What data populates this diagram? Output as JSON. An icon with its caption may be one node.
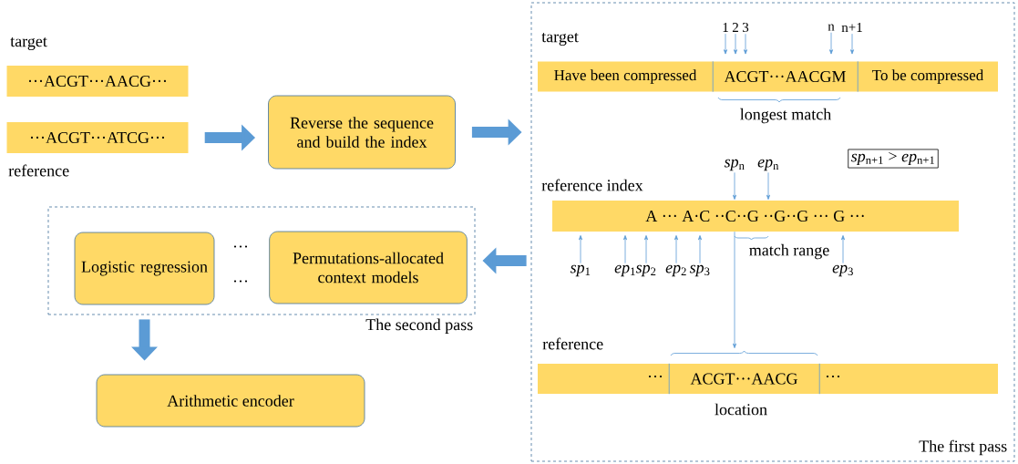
{
  "diagram": {
    "nodes": [
      {
        "text": [
          "···ACGT···AACG···"
        ]
      },
      {
        "text": [
          "···ACGT···ATCG···"
        ]
      },
      {
        "text": [
          "Reverse the sequence and build the index"
        ]
      },
      {
        "text": [
          "The first pass"
        ]
      },
      {
        "text": [
          "1"
        ],
        "in": 3
      },
      {
        "text": [
          "2"
        ],
        "in": 3
      },
      {
        "text": [
          "3"
        ],
        "in": 3
      },
      {
        "text": [
          "n"
        ],
        "in": 3
      },
      {
        "text": [
          "n+1"
        ],
        "in": 3
      },
      {
        "text": [
          "Have been compressed"
        ],
        "in": 3
      },
      {
        "text": [
          "ACGT···AACGM"
        ],
        "in": 3
      },
      {
        "text": [
          "To be compressed"
        ],
        "in": 3
      },
      {
        "text": [
          "*sp*$_{n+1}$ > *ep*$_{n+1}$"
        ],
        "in": 3
      },
      {
        "text": [
          "*sp*$_{n}$"
        ],
        "in": 3
      },
      {
        "text": [
          "*ep*$_{n}$"
        ],
        "in": 3
      },
      {
        "text": [
          "A ··· A·C ··C··G ··G··G ··· G ···"
        ],
        "in": 3
      },
      {
        "text": [
          "*sp*$_{1}$"
        ],
        "in": 3
      },
      {
        "text": [
          "*ep*$_{1}$"
        ],
        "in": 3
      },
      {
        "text": [
          "*sp*$_{2}$"
        ],
        "in": 3
      },
      {
        "text": [
          "*ep*$_{2}$"
        ],
        "in": 3
      },
      {
        "text": [
          "*sp*$_{3}$"
        ],
        "in": 3
      },
      {
        "text": [
          "*ep*$_{3}$"
        ],
        "in": 3
      },
      {
        "text": [
          "···"
        ],
        "in": 3
      },
      {
        "text": [
          "ACGT···AACG"
        ],
        "in": 3
      },
      {
        "text": [
          "···"
        ],
        "in": 3
      },
      {
        "text": [
          "The second pass"
        ]
      },
      {
        "text": [
          "Logistic regression"
        ],
        "in": 25
      },
      {
        "text": [
          "Permutations-allocated context models"
        ],
        "in": 25
      },
      {
        "text": [
          "Arithmetic encoder"
        ]
      }
    ],
    "edges": [
      {
        "from": 1,
        "to": 2,
        "arrow": "to",
        "style": "thick"
      },
      {
        "from": 2,
        "to": 3,
        "arrow": "to",
        "style": "thick"
      },
      {
        "from": 3,
        "to": 25,
        "arrow": "to",
        "style": "thick"
      },
      {
        "from": 25,
        "to": 28,
        "arrow": "to",
        "style": "thick"
      },
      {
        "from": 4,
        "to": 10,
        "arrow": "to"
      },
      {
        "from": 5,
        "to": 10,
        "arrow": "to"
      },
      {
        "from": 6,
        "to": 10,
        "arrow": "to"
      },
      {
        "from": 7,
        "to": 10,
        "arrow": "to"
      },
      {
        "from": 8,
        "to": 10,
        "arrow": "to"
      },
      {
        "from": 13,
        "to": 15,
        "arrow": "to"
      },
      {
        "from": 14,
        "to": 15,
        "arrow": "to"
      },
      {
        "from": 16,
        "to": 15,
        "arrow": "to"
      },
      {
        "from": 17,
        "to": 15,
        "arrow": "to"
      },
      {
        "from": 18,
        "to": 15,
        "arrow": "to"
      },
      {
        "from": 19,
        "to": 15,
        "arrow": "to"
      },
      {
        "from": 20,
        "to": 15,
        "arrow": "to"
      },
      {
        "from": 21,
        "to": 15,
        "arrow": "to"
      },
      {
        "from": 15,
        "to": 23,
        "arrow": "to"
      }
    ],
    "labels": [
      "target",
      "target",
      "longest match",
      "reference",
      "reference index",
      "···",
      "match range",
      "···",
      "reference",
      "location"
    ]
  }
}
